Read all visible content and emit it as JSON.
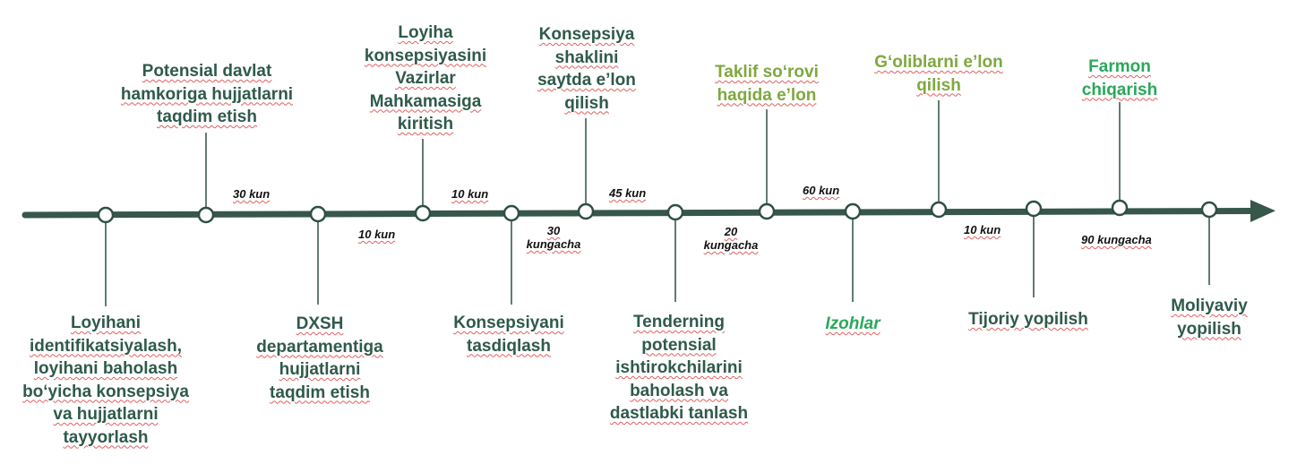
{
  "colors": {
    "axis": "#36574a",
    "node_stroke": "#2f4f44",
    "connector": "#2f4f44",
    "text_dark_green": "#2f5a4a",
    "text_olive": "#7fa83e",
    "text_green": "#2aa85a"
  },
  "steps_above": {
    "hamkor": "Potensial davlat\nhamkoriga hujjatlarni\ntaqdim etish",
    "vazirlar": "Loyiha\nkonsepsiyasini\nVazirlar\nMahkamasiga\nkiritish",
    "saytda": "Konsepsiya\nshaklini\nsaytda e’lon\nqilish",
    "taklif": "Taklif so‘rovi\nhaqida e’lon",
    "goliblar": "G‘oliblarni e’lon\nqilish",
    "farmon": "Farmon\nchiqarish"
  },
  "steps_below": {
    "identifikatsiya": "Loyihani\nidentifikatsiyalash,\nloyihani baholash\nbo‘yicha konsepsiya\nva hujjatlarni\ntayyorlash",
    "dxsh": "DXSH\ndepartamentiga\nhujjatlarni\ntaqdim etish",
    "tasdiqlash": "Konsepsiyani\ntasdiqlash",
    "tendering": "Tenderning\npotensial\nishtirokchilarini\nbaholash va\ndastlabki tanlash",
    "izohlar": "Izohlar",
    "tijoriy": "Tijoriy yopilish",
    "moliyaviy": "Moliyaviy\nyopilish"
  },
  "durations": {
    "d1": "30 kun",
    "d2": "10 kun",
    "d3": "10 kun",
    "d4": "30\nkungacha",
    "d5": "45 kun",
    "d6": "20\nkungacha",
    "d7": "60 kun",
    "d8": "10 kun",
    "d9": "90 kungacha"
  }
}
